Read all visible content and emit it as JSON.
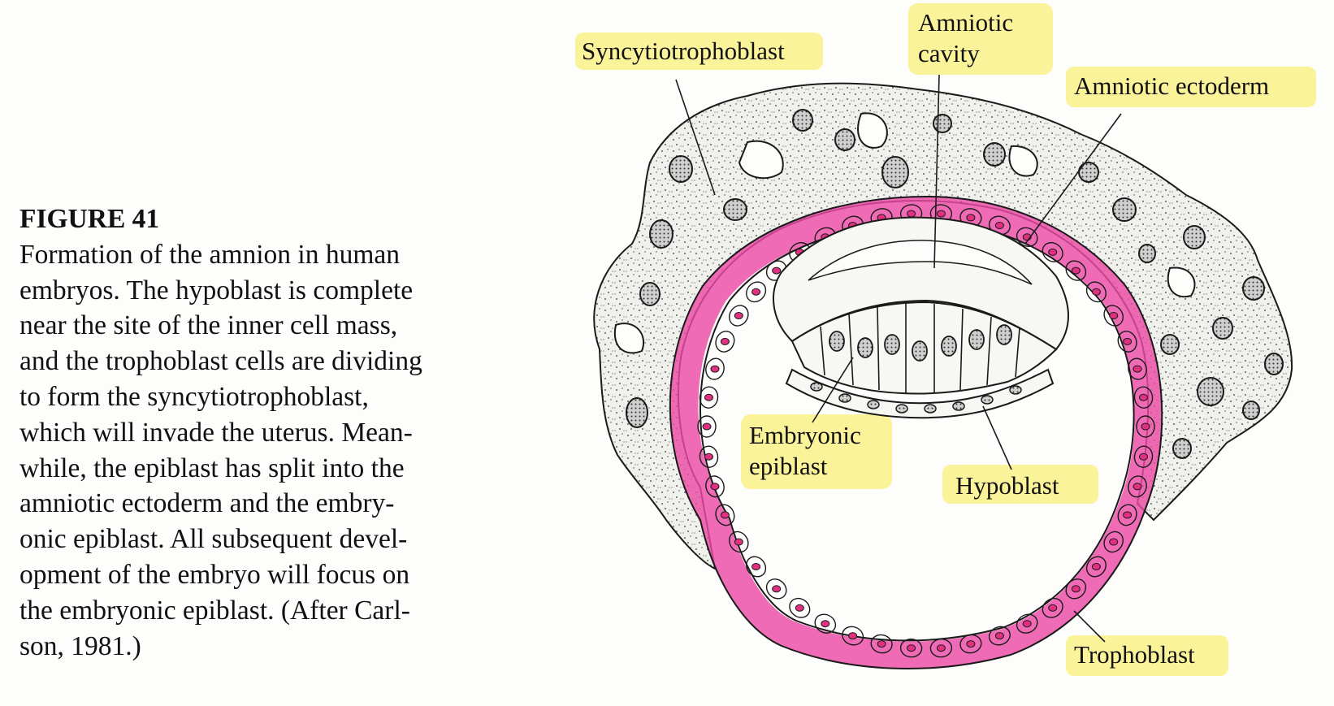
{
  "caption": {
    "figure_label": "FIGURE 41",
    "lines": [
      "Formation of the amnion in human",
      "embryos. The hypoblast is complete",
      "near the site of the inner cell mass,",
      "and the trophoblast cells are dividing",
      "to form the syncytiotrophoblast,",
      "which will invade the uterus. Mean-",
      "while, the epiblast has split into the",
      "amniotic ectoderm and the embry-",
      "onic epiblast. All subsequent devel-",
      "opment of the embryo will focus on",
      "the embryonic epiblast. (After Carl-",
      "son, 1981.)"
    ]
  },
  "labels": {
    "syncytiotrophoblast": "Syncytiotrophoblast",
    "amniotic_cavity": [
      "Amniotic",
      "cavity"
    ],
    "amniotic_ectoderm": "Amniotic ectoderm",
    "embryonic_epiblast": [
      "Embryonic",
      "epiblast"
    ],
    "hypoblast": "Hypoblast",
    "trophoblast": "Trophoblast"
  },
  "colors": {
    "highlight": "#fbf39a",
    "trophoblast_pink": "#ec4aa5",
    "nucleus_pink": "#e0307f",
    "syncytium_fill": "#f0f0ec",
    "line": "#1a1a1a"
  }
}
